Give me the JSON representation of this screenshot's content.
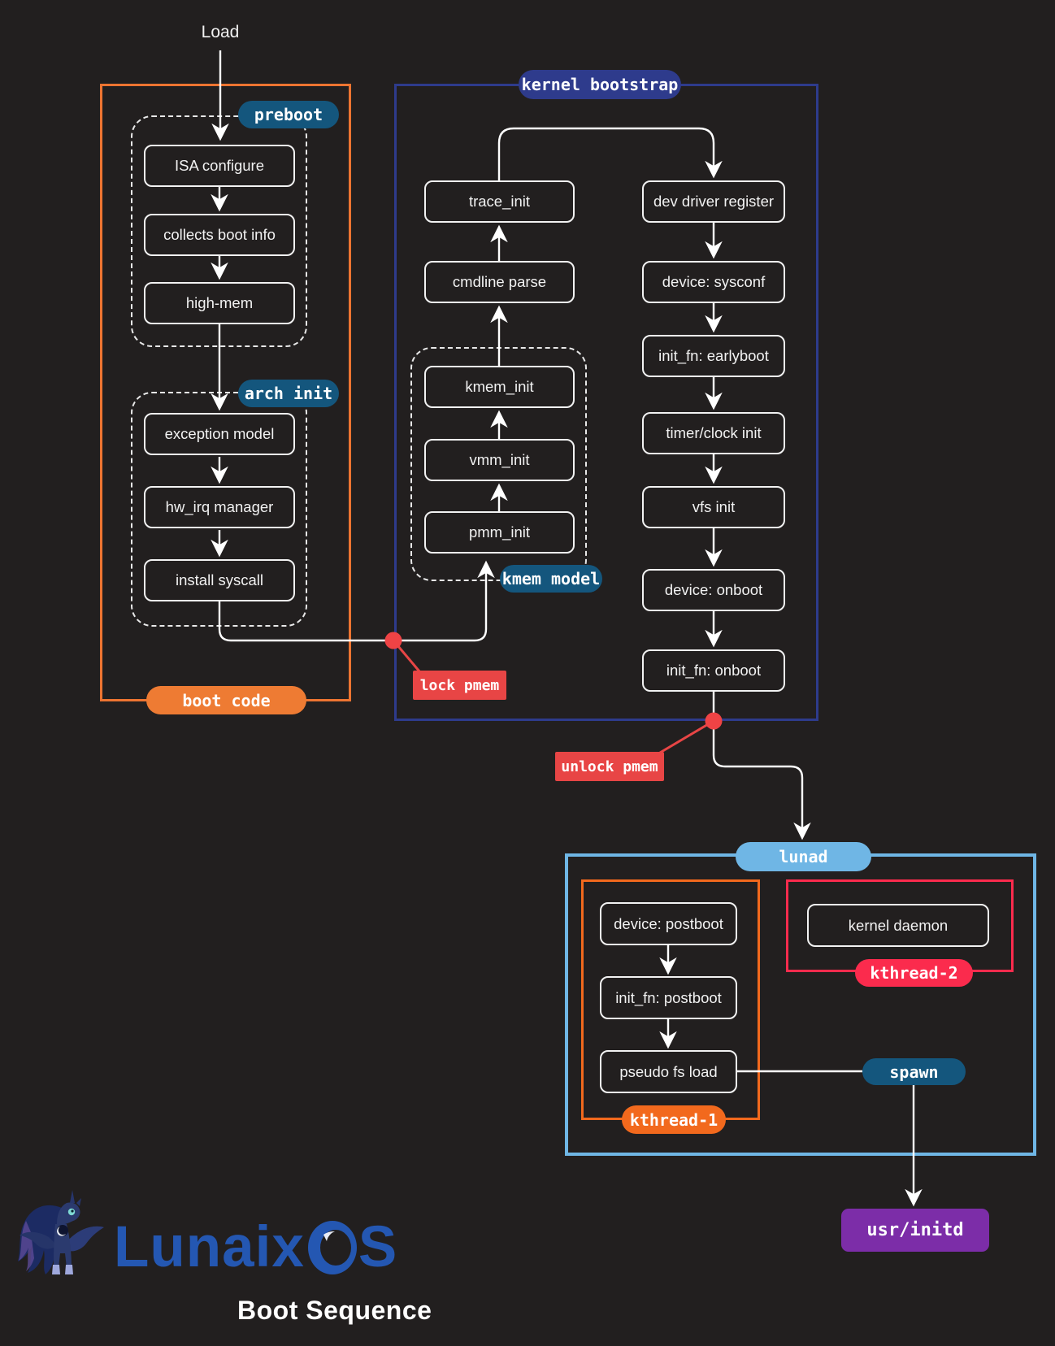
{
  "diagram": {
    "load_label": "Load",
    "boot_code": {
      "label": "boot code",
      "preboot": {
        "label": "preboot",
        "nodes": [
          "ISA configure",
          "collects boot info",
          "high-mem"
        ]
      },
      "arch_init": {
        "label": "arch init",
        "nodes": [
          "exception model",
          "hw_irq manager",
          "install syscall"
        ]
      }
    },
    "kernel_bootstrap": {
      "label": "kernel bootstrap",
      "trace_chain": [
        "trace_init",
        "cmdline parse"
      ],
      "kmem_model": {
        "label": "kmem model",
        "nodes": [
          "kmem_init",
          "vmm_init",
          "pmm_init"
        ]
      },
      "device_chain": [
        "dev driver register",
        "device: sysconf",
        "init_fn: earlyboot",
        "timer/clock init",
        "vfs init",
        "device: onboot",
        "init_fn: onboot"
      ]
    },
    "annotations": {
      "lock_pmem": "lock pmem",
      "unlock_pmem": "unlock pmem",
      "spawn": "spawn"
    },
    "lunad": {
      "label": "lunad",
      "kthread1": {
        "label": "kthread-1",
        "nodes": [
          "device: postboot",
          "init_fn: postboot",
          "pseudo fs load"
        ]
      },
      "kthread2": {
        "label": "kthread-2",
        "nodes": [
          "kernel daemon"
        ]
      }
    },
    "usr_initd": "usr/initd"
  },
  "footer": {
    "logo_prefix": "Lunaix",
    "logo_suffix": "S",
    "title": "Boot Sequence"
  },
  "colors": {
    "background": "#221f1f",
    "boot_code_orange": "#ed7431",
    "kthread1_orange": "#f2691d",
    "kernel_navy": "#2e3b8c",
    "group_pill_blue": "#14567d",
    "annotation_red": "#e84545",
    "kthread2_crimson": "#fb2b4d",
    "lunad_light_blue": "#6fb6e5",
    "usr_initd_purple": "#7c2da8",
    "logo_blue": "#2457b2",
    "node_stroke": "#f2f2f2"
  }
}
